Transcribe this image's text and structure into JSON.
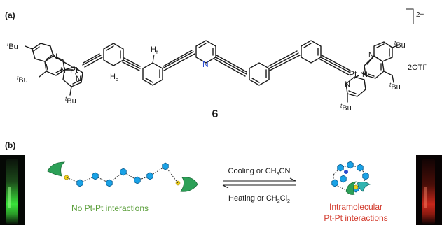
{
  "panel_a": {
    "label": "(a)",
    "charge": "2+",
    "counterion": "2OTf",
    "counterion_sup": "-",
    "compound_number": "6",
    "hc": "H",
    "hc_sub": "c",
    "hf": "H",
    "hf_sub": "f",
    "pt": "Pt",
    "n": "N",
    "tbu_t": "t",
    "tbu_bu": "Bu"
  },
  "panel_b": {
    "label": "(b)",
    "arrow_top_pre": "Cooling or CH",
    "arrow_top_sub": "3",
    "arrow_top_post": "CN",
    "arrow_bottom_pre": "Heating or CH",
    "arrow_bottom_sub1": "2",
    "arrow_bottom_mid": "Cl",
    "arrow_bottom_sub2": "2",
    "left_caption": "No Pt-Pt interactions",
    "right_caption_line1": "Intramolecular",
    "right_caption_line2": "Pt-Pt interactions"
  },
  "colors": {
    "green_emission": "#39e23a",
    "red_emission": "#c8271b",
    "green_caption": "#5a9e3a",
    "red_caption": "#d2392b",
    "nitrogen": "#2a4bd0",
    "hex_blue": "#1aa2e6",
    "crescent_green": "#2ca057",
    "pt_yellow": "#f2d21b"
  }
}
